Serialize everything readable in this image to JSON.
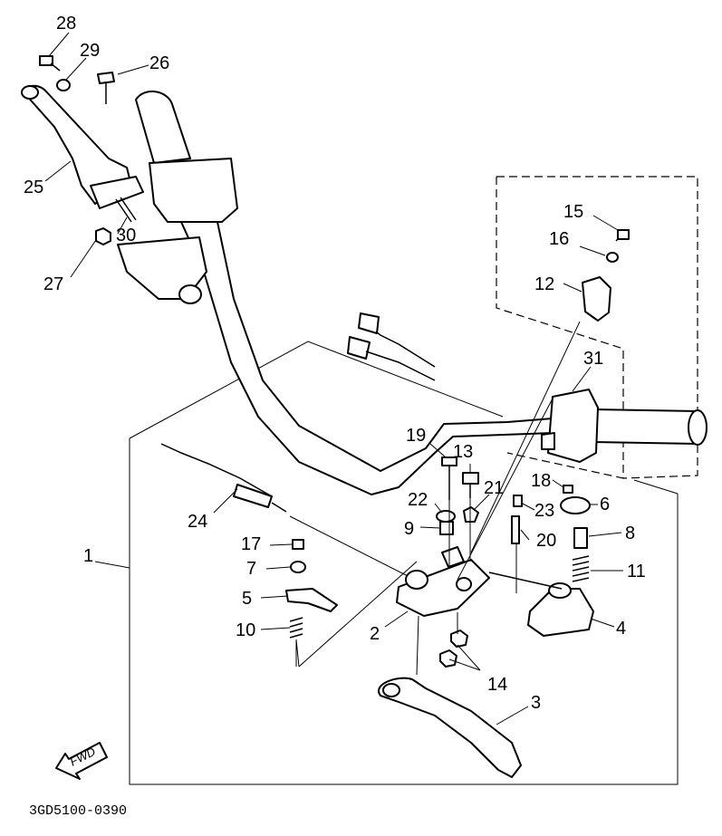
{
  "figure_code": "3GD5100-0390",
  "fwd_label": "FWD",
  "callouts": [
    "1",
    "2",
    "3",
    "4",
    "5",
    "6",
    "7",
    "8",
    "9",
    "10",
    "11",
    "12",
    "13",
    "14",
    "15",
    "16",
    "17",
    "18",
    "19",
    "20",
    "21",
    "22",
    "23",
    "24",
    "25",
    "26",
    "27",
    "28",
    "29",
    "30",
    "31"
  ]
}
